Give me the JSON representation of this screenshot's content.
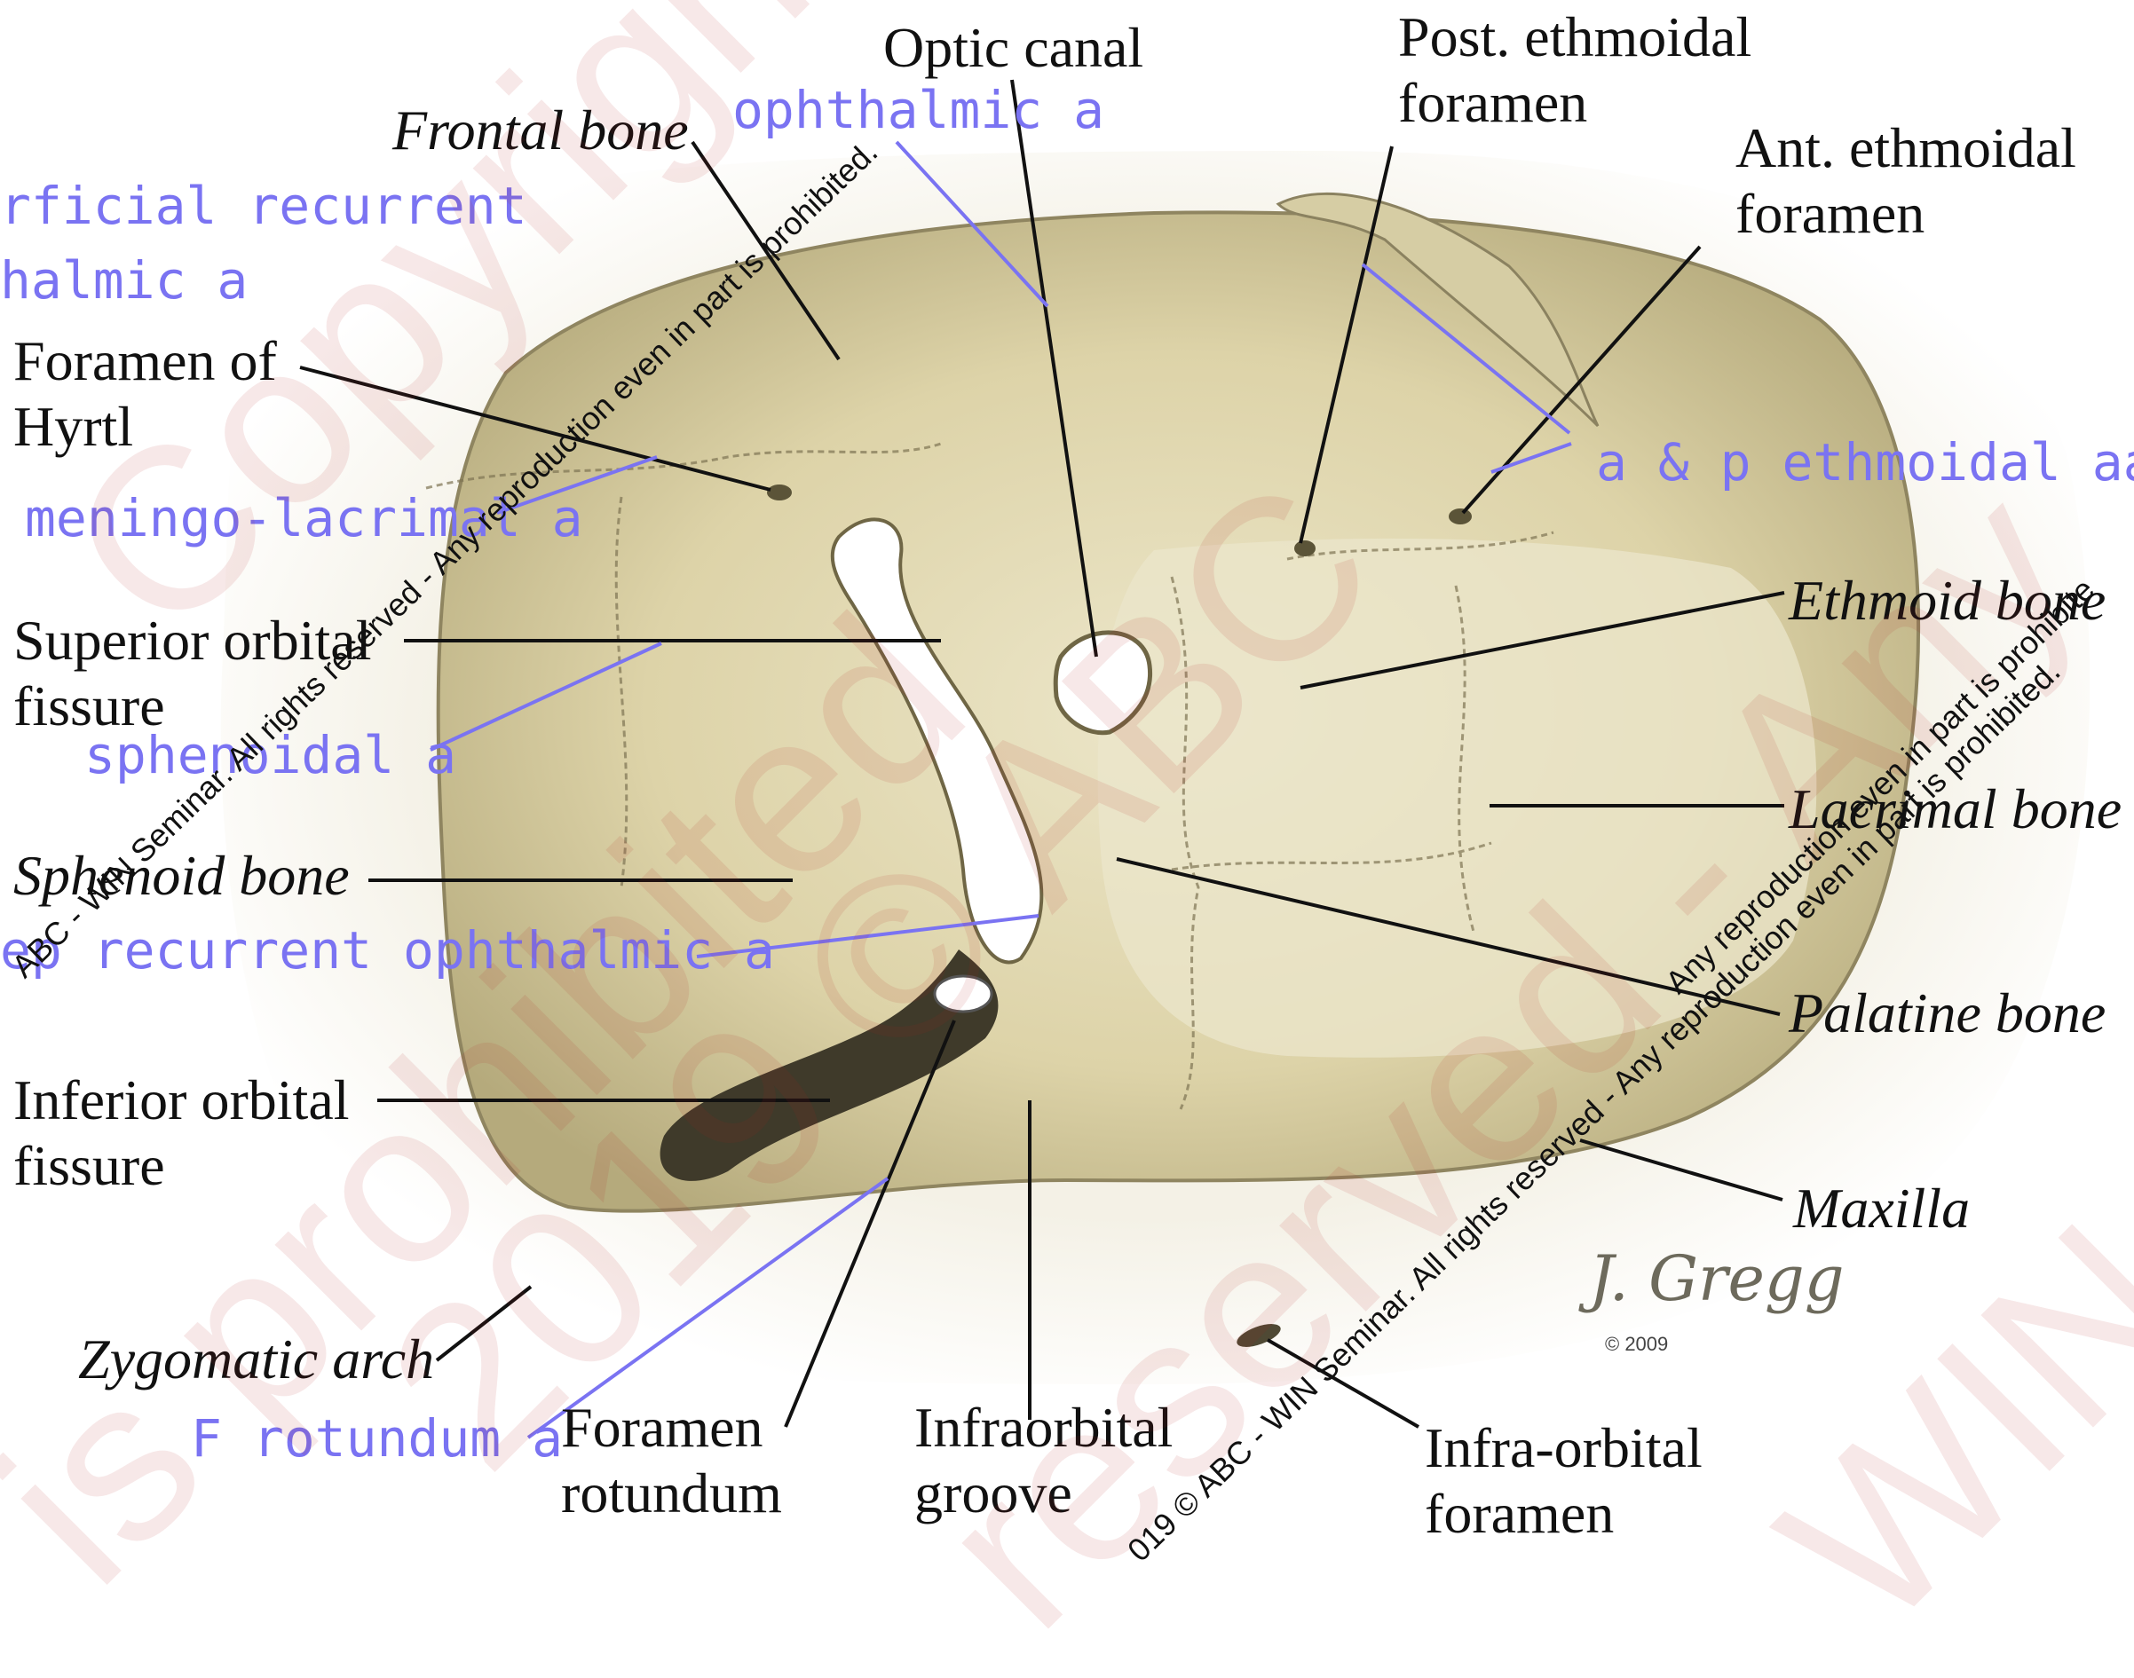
{
  "labels": {
    "optic_canal": "Optic canal",
    "post_ethmoidal": [
      "Post. ethmoidal",
      "foramen"
    ],
    "ant_ethmoidal": [
      "Ant. ethmoidal",
      "foramen"
    ],
    "frontal_bone": "Frontal bone",
    "foramen_hyrtl": [
      "Foramen of",
      "Hyrtl"
    ],
    "superior_orbital_fissure": [
      "Superior orbital",
      "fissure"
    ],
    "sphenoid_bone": "Sphenoid  bone",
    "inferior_orbital_fissure": [
      "Inferior orbital",
      "fissure"
    ],
    "zygomatic_arch": "Zygomatic arch",
    "foramen_rotundum": [
      "Foramen",
      "rotundum"
    ],
    "infraorbital_groove": [
      "Infraorbital",
      "groove"
    ],
    "infraorbital_foramen": [
      "Infra-orbital",
      "foramen"
    ],
    "ethmoid_bone": "Ethmoid bone",
    "lacrimal_bone": "Lacrimal bone",
    "palatine_bone": "Palatine bone",
    "maxilla": "Maxilla"
  },
  "annotations": {
    "ophthalmic": "ophthalmic a",
    "superficial_recurrent": [
      "rficial recurrent",
      "halmic a"
    ],
    "ethmoidal": "a & p ethmoidal aa",
    "meningo_lacrimal": "meningo-lacrimal a",
    "sphenoidal": "sphenoidal a",
    "deep_recurrent": "ep recurrent ophthalmic a",
    "f_rotundum": "F rotundum a"
  },
  "watermarks": {
    "diag_text_1": "ABC - WIN Seminar. All rights reserved - Any reproduction even in part is prohibited.",
    "diag_text_2": "019 © ABC - WIN Seminar.  All rights reserved - Any reproduction even in part is prohibited.",
    "diag_text_3": "Any reproduction even in part is prohibite",
    "big_1": "Copyright",
    "big_2": "reserved - Any",
    "big_3": "2019 © ABC",
    "big_4": "WIN Seminar. All rights",
    "big_5": "is prohibited"
  },
  "signature": {
    "name": "J. Gregg",
    "year": "© 2009"
  },
  "colors": {
    "bone": "#e7dfbd",
    "annotation": "#7a73f2",
    "leader": "#111111"
  }
}
